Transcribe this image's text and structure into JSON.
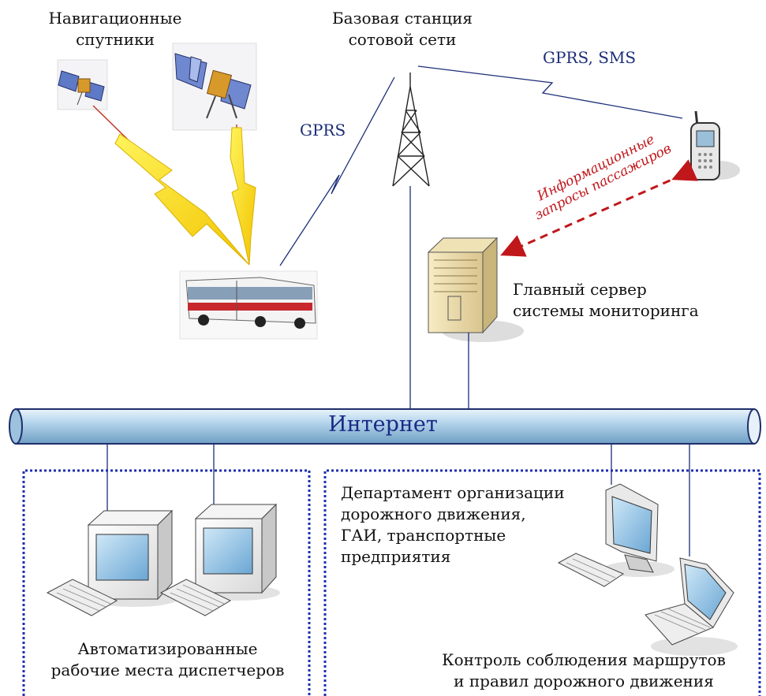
{
  "labels": {
    "satellites": [
      "Навигационные",
      "спутники"
    ],
    "base_station": [
      "Базовая станция",
      "сотовой сети"
    ],
    "gprs_sms": "GPRS, SMS",
    "gprs": "GPRS",
    "info_requests": [
      "Информационные",
      "запросы пассажиров"
    ],
    "main_server": [
      "Главный сервер",
      "системы мониторинга"
    ],
    "internet": "Интернет",
    "department": [
      "Департамент организации",
      "дорожного движения,",
      "ГАИ, транспортные",
      "предприятия"
    ],
    "workstations": [
      "Автоматизированные",
      "рабочие места диспетчеров"
    ],
    "control": [
      "Контроль соблюдения маршрутов",
      "и правил дорожного движения"
    ]
  },
  "colors": {
    "link_line": "#1c2e78",
    "dashed_border": "#1f2fb0",
    "request_arrow": "#c0171b",
    "pipe": "#a9cde6",
    "lightning": "#f2e200"
  }
}
